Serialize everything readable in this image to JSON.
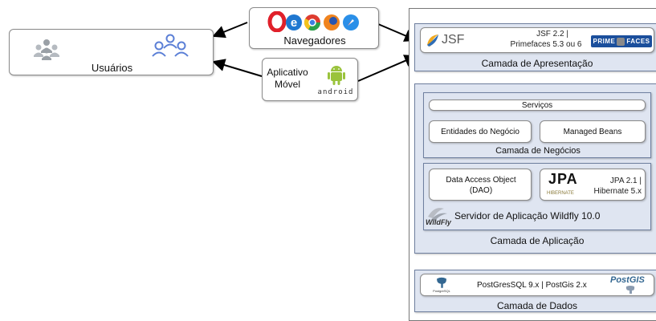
{
  "usuarios": {
    "label": "Usuários"
  },
  "navegadores": {
    "label": "Navegadores",
    "browser_icons": [
      "opera-icon",
      "ie-icon",
      "chrome-icon",
      "firefox-icon",
      "safari-icon"
    ]
  },
  "aplicativo": {
    "label_line1": "Aplicativo",
    "label_line2": "Móvel",
    "android_wordmark": "android"
  },
  "apresentacao": {
    "jsf_logo": "JSF",
    "tech_line1": "JSF 2.2 |",
    "tech_line2": "Primefaces 5.3 ou 6",
    "primefaces_logo_left": "PRIME",
    "primefaces_logo_right": "FACES",
    "layer_label": "Camada de Apresentação"
  },
  "aplicacao": {
    "servicos": "Serviços",
    "entidades": "Entidades do Negócio",
    "managed_beans": "Managed Beans",
    "negocios_label": "Camada de Negócios",
    "dao_line1": "Data Access Object",
    "dao_line2": "(DAO)",
    "jpa_logo": "JPA",
    "hibernate_logo": "HIBERNATE",
    "jpa_line1": "JPA 2.1 |",
    "jpa_line2": "Hibernate 5.x",
    "wildfly_logo": "WildFly",
    "server_label": "Servidor de Aplicação Wildfly 10.0",
    "layer_label": "Camada de Aplicação"
  },
  "dados": {
    "postgres_caption": "PostgreSQL",
    "db_label": "PostGresSQL 9.x | PostGis 2.x",
    "postgis_logo": "PostGIS",
    "layer_label": "Camada de Dados"
  },
  "colors": {
    "layer_fill": "#dfe5f1",
    "layer_border": "#6f7f9f",
    "primefaces_blue": "#1b4f9c"
  }
}
